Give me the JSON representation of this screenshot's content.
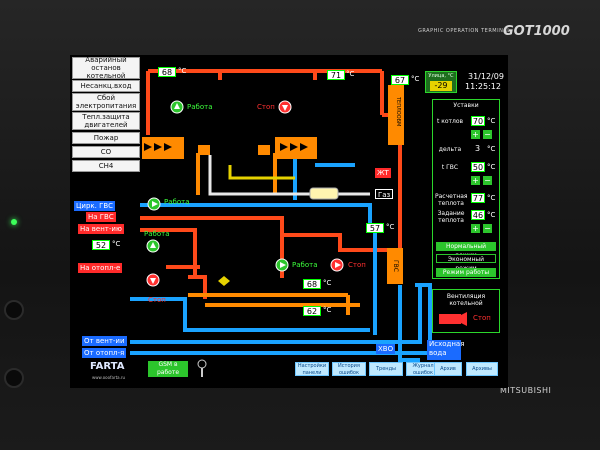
{
  "device": {
    "brand_small": "GRAPHIC OPERATION TERMINAL",
    "brand_model": "GOT1000",
    "maker": "MITSUBISHI"
  },
  "left_menu": [
    {
      "label": "Аварийный остaнов котельной"
    },
    {
      "label": "Несанкц.вход"
    },
    {
      "label": "Сбой электропитания"
    },
    {
      "label": "Тепл.защита двигателей"
    },
    {
      "label": "Пожар"
    },
    {
      "label": "CO"
    },
    {
      "label": "CH4"
    }
  ],
  "header": {
    "season_label": "Улица, °С",
    "season_value": "-29",
    "date": "31/12/09",
    "time": "11:25:12"
  },
  "readouts": {
    "top_left_temp": "68",
    "top_mid_temp": "71",
    "top_right_temp": "67",
    "supply_temp": "52",
    "right_loop_temp": "57",
    "mid_temp": "68",
    "bottom_temp": "62",
    "unit": "°С"
  },
  "pump_status": {
    "top_pump1": "Работа",
    "top_pump2": "Стоп",
    "circ_pump": "Работа",
    "heat_pump1": "Работа",
    "heat_pump2": "Стоп",
    "mid_pump1": "Работа",
    "mid_pump2": "Стоп"
  },
  "pipe_tags": {
    "circ_gvs": "Цирк. ГВС",
    "to_gvs": "На ГВС",
    "to_vent": "На вент-ию",
    "to_heating": "На отопл-е",
    "from_vent": "От вент-ии",
    "from_heating": "От отопл-я",
    "zhit": "ЖТ",
    "gas": "Газ",
    "gvs_tank": "ГВС",
    "khvo": "ХВО",
    "source_water": "Исходная вода",
    "vertical_tag": "ТЕПЛООБМ"
  },
  "settings_panel": {
    "title": "Уставки",
    "boiler_label": "t котлов",
    "boiler_value": "70",
    "delta_label": "дельта",
    "delta_value": "3",
    "gvs_label": "t ГВС",
    "gvs_value": "50",
    "calc_label": "Расчетная теплота",
    "calc_value": "77",
    "target_label": "Задание теплота",
    "target_value": "46",
    "unit": "°С",
    "mode_normal": "Нормальный режим",
    "mode_econ": "Экономный режим",
    "mode_btn": "Режим работы"
  },
  "vent_panel": {
    "title": "Вентиляция котельной",
    "status": "Стоп"
  },
  "bottom_bar": {
    "logo": "FARTA",
    "logo_sub": "www.ooofarta.ru",
    "gsm_btn": "GSM в работе",
    "buttons": [
      "Настройки панели",
      "История ошибок",
      "Тренды",
      "Журнал ошибок",
      "Архив",
      "Архивы"
    ]
  },
  "colors": {
    "supply": "#ff4a1a",
    "return": "#1aa3ff",
    "accent": "#2cc52c",
    "boiler_body": "#ff8a00"
  }
}
